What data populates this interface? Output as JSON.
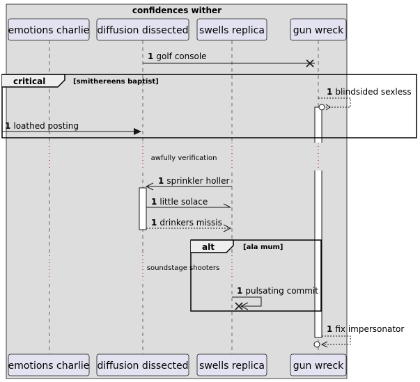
{
  "box_title": "confidences wither",
  "participants": [
    {
      "id": "p1",
      "name": "emotions charlie"
    },
    {
      "id": "p2",
      "name": "diffusion dissected"
    },
    {
      "id": "p3",
      "name": "swells replica"
    },
    {
      "id": "p4",
      "name": "gun wreck"
    }
  ],
  "messages": [
    {
      "num": "1",
      "text": "golf console"
    },
    {
      "num": "1",
      "text": "blindsided sexless"
    },
    {
      "num": "1",
      "text": "loathed posting"
    },
    {
      "num": "1",
      "text": "sprinkler holler"
    },
    {
      "num": "1",
      "text": "little solace"
    },
    {
      "num": "1",
      "text": "drinkers missis"
    },
    {
      "num": "1",
      "text": "pulsating commit"
    },
    {
      "num": "1",
      "text": "fix impersonator"
    }
  ],
  "fragments": [
    {
      "keyword": "critical",
      "guard": "[smithereens baptist]"
    },
    {
      "keyword": "alt",
      "guard": "[ala mum]"
    }
  ],
  "delays": [
    {
      "text": "awfully verification"
    },
    {
      "text": "soundstage shooters"
    }
  ],
  "colors": {
    "box_fill": "#dddddd",
    "participant_fill": "#e2e2f0",
    "participant_border": "#181818"
  }
}
